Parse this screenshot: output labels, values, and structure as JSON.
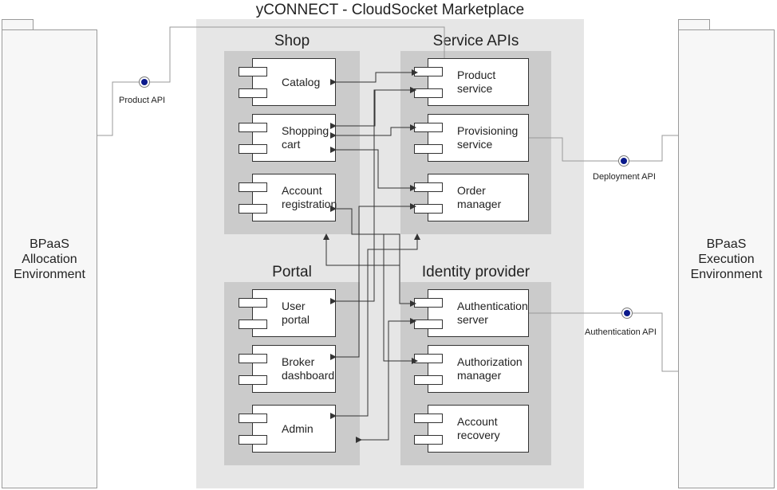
{
  "diagram_title": "yCONNECT - CloudSocket Marketplace",
  "environments": {
    "left": "BPaaS\nAllocation\nEnvironment",
    "right": "BPaaS\nExecution\nEnvironment"
  },
  "apis": {
    "product": "Product API",
    "deployment": "Deployment API",
    "authentication": "Authentication API"
  },
  "groups": {
    "shop": {
      "title": "Shop",
      "components": [
        "Catalog",
        "Shopping\ncart",
        "Account\nregistration"
      ]
    },
    "service_apis": {
      "title": "Service APIs",
      "components": [
        "Product\nservice",
        "Provisioning\nservice",
        "Order\nmanager"
      ]
    },
    "portal": {
      "title": "Portal",
      "components": [
        "User\nportal",
        "Broker\ndashboard",
        "Admin"
      ]
    },
    "identity_provider": {
      "title": "Identity provider",
      "components": [
        "Authentication\nserver",
        "Authorization\nmanager",
        "Account\nrecovery"
      ]
    }
  },
  "colors": {
    "outer_container": "#e6e6e6",
    "group_fill": "#cbcbcb",
    "interface_dot": "#0b1a8c",
    "connector": "#333333"
  }
}
